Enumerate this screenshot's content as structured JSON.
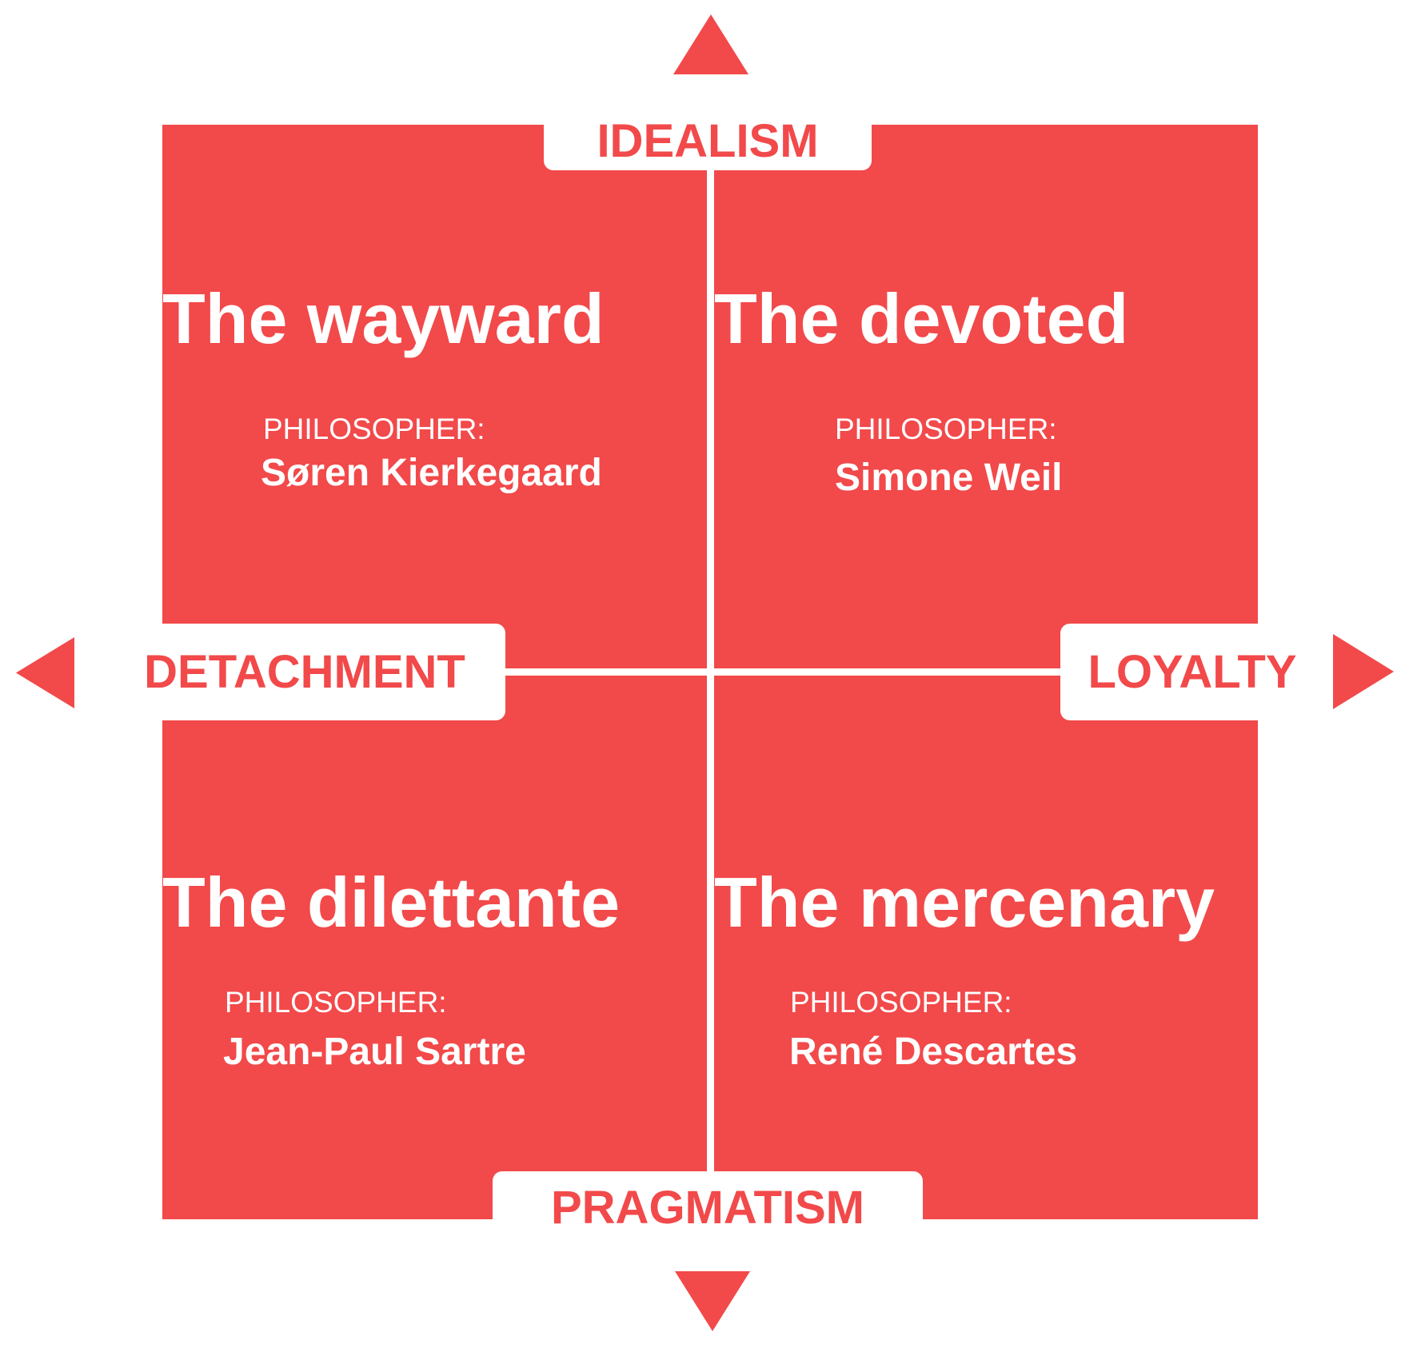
{
  "colors": {
    "accent": "#F2494A",
    "background": "#FFFFFF"
  },
  "axes": {
    "top": "IDEALISM",
    "bottom": "PRAGMATISM",
    "left": "DETACHMENT",
    "right": "LOYALTY"
  },
  "quadrants": [
    {
      "title": "The wayward",
      "label": "PHILOSOPHER:",
      "philosopher": "Søren Kierkegaard"
    },
    {
      "title": "The devoted",
      "label": "PHILOSOPHER:",
      "philosopher": "Simone Weil"
    },
    {
      "title": "The dilettante",
      "label": "PHILOSOPHER:",
      "philosopher": "Jean-Paul Sartre"
    },
    {
      "title": "The mercenary",
      "label": "PHILOSOPHER:",
      "philosopher": "René Descartes"
    }
  ]
}
